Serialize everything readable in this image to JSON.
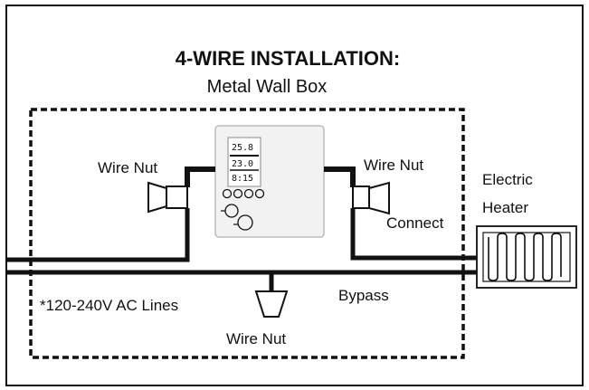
{
  "diagram": {
    "title": "4-WIRE INSTALLATION:",
    "subtitle": "Metal Wall Box",
    "labels": {
      "wire_nut_left": "Wire Nut",
      "wire_nut_right": "Wire Nut",
      "wire_nut_bottom": "Wire Nut",
      "connect": "Connect",
      "electric": "Electric",
      "heater": "Heater",
      "ac_lines": "*120-240V AC Lines",
      "bypass": "Bypass"
    },
    "thermostat_display": {
      "line1": "25.8",
      "line2": "23.0",
      "line3": "8:15"
    },
    "colors": {
      "stroke": "#111111",
      "thermostat_fill": "#f2f2f2",
      "thermostat_border": "#bbbbbb",
      "background": "#ffffff"
    }
  }
}
